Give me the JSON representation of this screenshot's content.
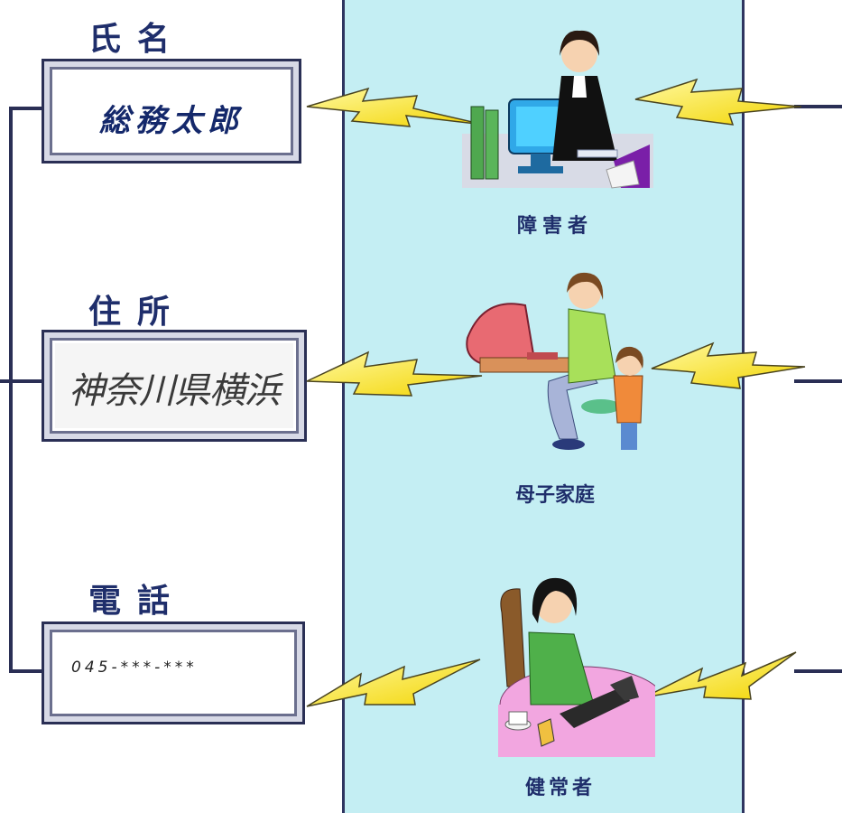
{
  "form": {
    "name_label": "氏名",
    "name_value": "総務太郎",
    "address_label": "住所",
    "address_value": "神奈川県横浜",
    "phone_label": "電話",
    "phone_value": "045-***-***"
  },
  "people": [
    {
      "caption": "障害者"
    },
    {
      "caption": "母子家庭"
    },
    {
      "caption": "健常者"
    }
  ]
}
